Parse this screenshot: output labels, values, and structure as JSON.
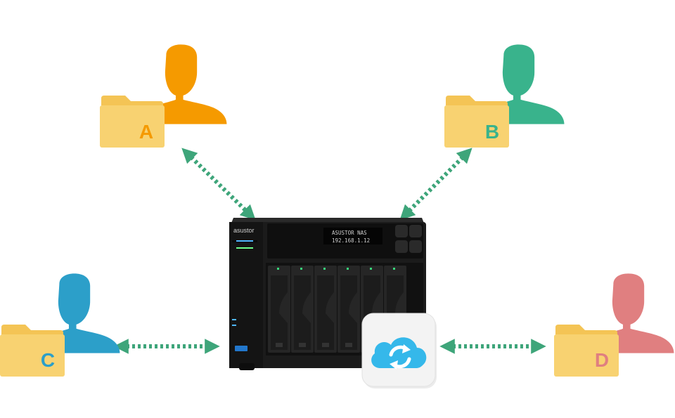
{
  "users": [
    {
      "folder_label": "A",
      "color": "#f59a00"
    },
    {
      "folder_label": "B",
      "color": "#39b38c"
    },
    {
      "folder_label": "C",
      "color": "#2c9fc9"
    },
    {
      "folder_label": "D",
      "color": "#e07f80"
    }
  ],
  "nas": {
    "brand": "asustor",
    "lcd_line1": "ASUSTOR NAS",
    "lcd_line2": "192.168.1.12"
  },
  "colors": {
    "arrow": "#3ea57a",
    "folder_body": "#f8d271",
    "folder_tab": "#f4c455",
    "nas_body": "#1b1b1b",
    "cloud_icon": "#35b8ea"
  },
  "icons": {
    "user": "person-silhouette",
    "folder": "folder-icon",
    "sync": "cloud-sync-icon"
  }
}
